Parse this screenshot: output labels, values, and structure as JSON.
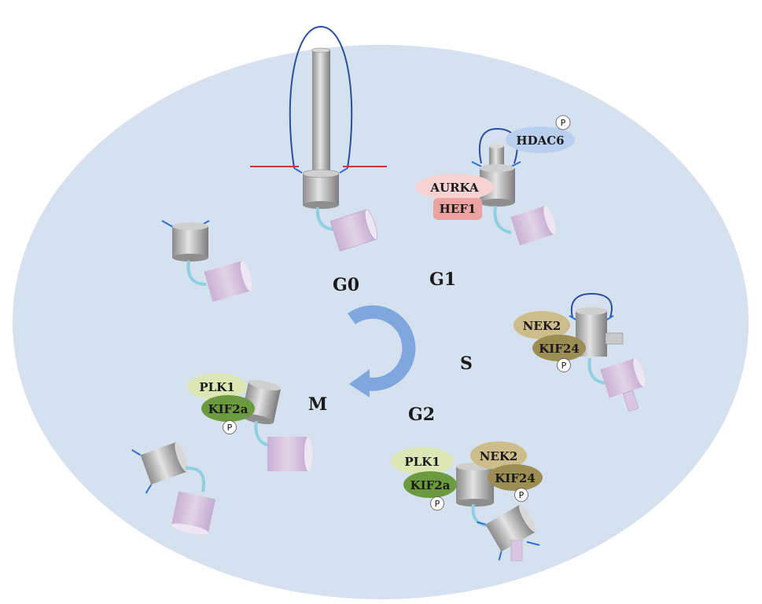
{
  "phases": {
    "g0": "G0",
    "g1": "G1",
    "s": "S",
    "g2": "G2",
    "m": "M"
  },
  "proteins": {
    "hdac6": "HDAC6",
    "aurka": "AURKA",
    "hef1": "HEF1",
    "nek2": "NEK2",
    "kif24": "KIF24",
    "plk1": "PLK1",
    "kif2a": "KIF2a"
  },
  "phospho_mark": "P",
  "colors": {
    "cell_background": "#d6e1f0",
    "cycle_arrow": "#7fa6dd",
    "cilium_membrane": "#2b4fa0",
    "plasma_membrane": "#c0393b",
    "mother_centriole": "#a8a8a8",
    "daughter_centriole": "#d9c6e2",
    "linker": "#8fd0e0",
    "aurka": "#f6d2d2",
    "hef1": "#eca2a0",
    "hdac6": "#b9cfee",
    "nek2": "#cdbd8a",
    "kif24": "#9c8d52",
    "plk1": "#dbe8b6",
    "kif2a": "#6c9a3e"
  }
}
